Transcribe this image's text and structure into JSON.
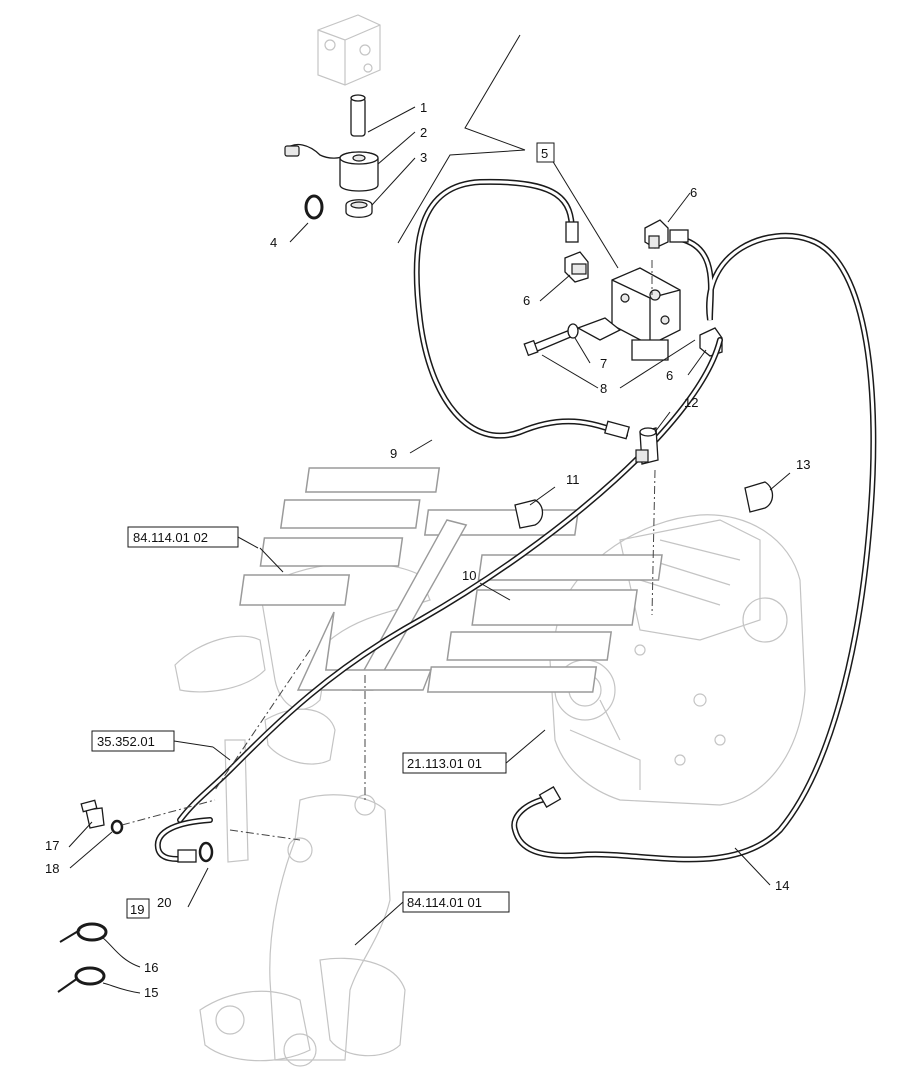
{
  "callouts": {
    "c1": "1",
    "c2": "2",
    "c3": "3",
    "c4": "4",
    "c5": "5",
    "c6a": "6",
    "c6b": "6",
    "c6c": "6",
    "c7": "7",
    "c8": "8",
    "c9": "9",
    "c10": "10",
    "c11": "11",
    "c12": "12",
    "c13": "13",
    "c14": "14",
    "c15": "15",
    "c16": "16",
    "c17": "17",
    "c18": "18",
    "c19": "19",
    "c20": "20"
  },
  "references": {
    "r1": "84.114.01 02",
    "r2": "35.352.01",
    "r3": "21.113.01 01",
    "r4": "84.114.01 01"
  }
}
